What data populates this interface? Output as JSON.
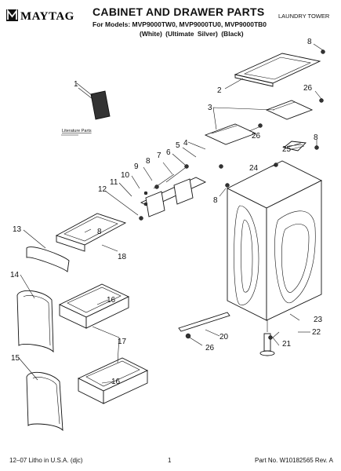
{
  "header": {
    "brand": "MAYTAG",
    "title": "CABINET AND DRAWER PARTS",
    "models_line": "For Models: MVP9000TW0, MVP9000TU0, MVP9000TB0",
    "colors_line": "(White)   (Ultimate Silver)   (Black)",
    "product_type": "LAUNDRY TOWER"
  },
  "literature_label": "Literature Parts",
  "callouts": {
    "c1": "1",
    "c2": "2",
    "c3": "3",
    "c4": "4",
    "c5": "5",
    "c6": "6",
    "c7": "7",
    "c8a": "8",
    "c8b": "8",
    "c8c": "8",
    "c8d": "8",
    "c8e": "8",
    "c9": "9",
    "c10": "10",
    "c11": "11",
    "c12": "12",
    "c13": "13",
    "c14": "14",
    "c15": "15",
    "c16a": "16",
    "c16b": "16",
    "c17": "17",
    "c18": "18",
    "c20": "20",
    "c21": "21",
    "c22": "22",
    "c23": "23",
    "c24": "24",
    "c25": "25",
    "c26a": "26",
    "c26b": "26",
    "c26c": "26"
  },
  "footer": {
    "left": "12–07 Litho in U.S.A. (djc)",
    "page": "1",
    "right": "Part No. W10182565 Rev. A"
  }
}
